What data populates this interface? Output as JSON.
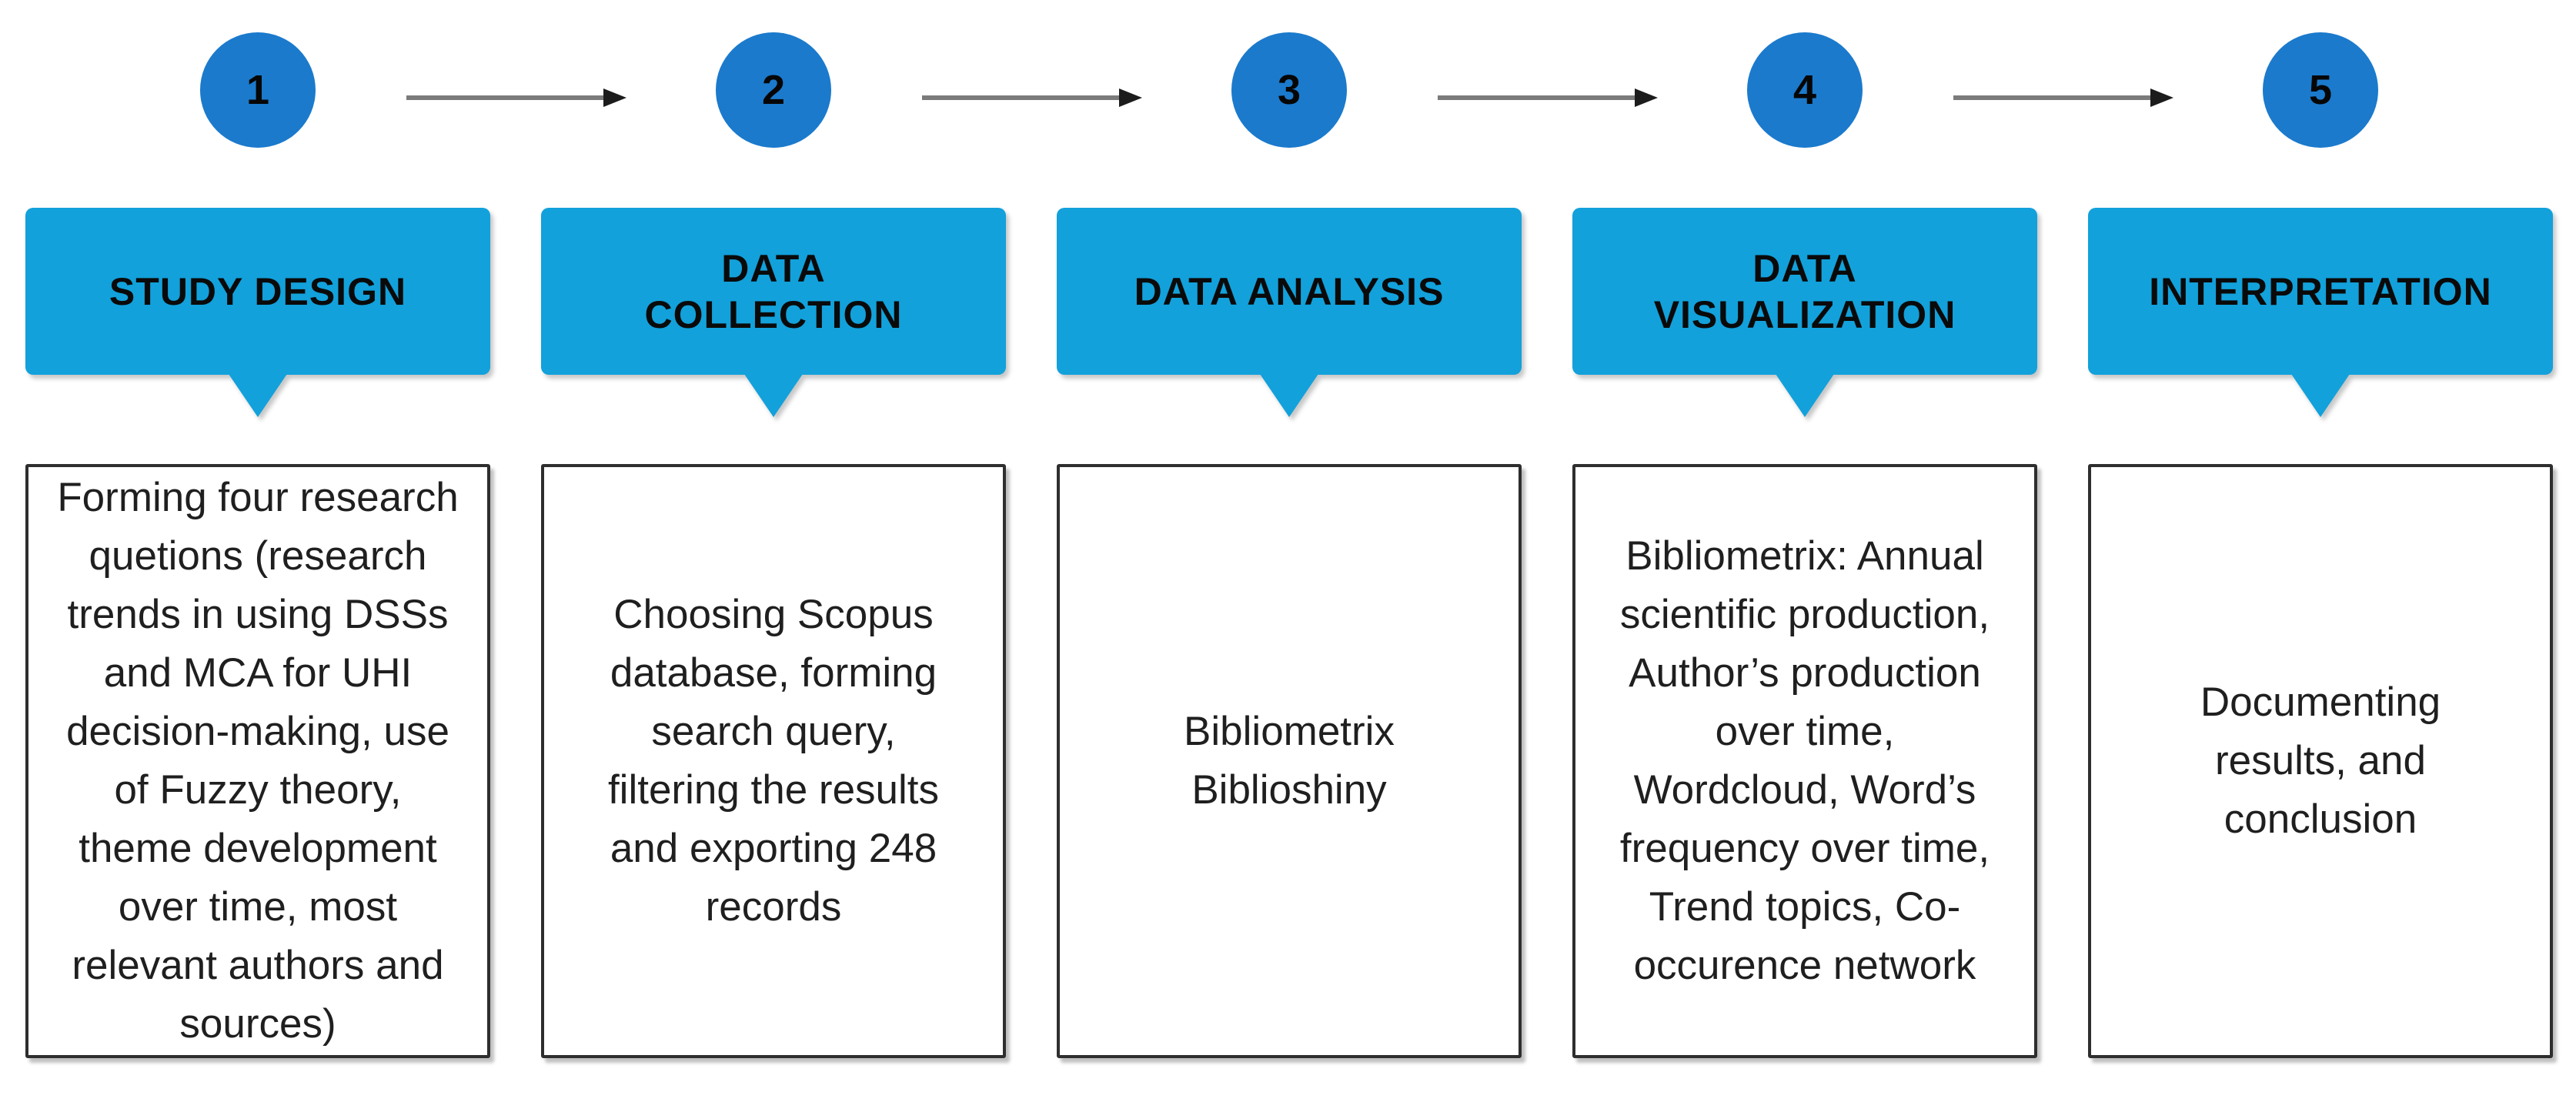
{
  "colors": {
    "header_blue": "#12a1db",
    "circle_blue": "#1b7acc",
    "box_border": "#2e2e2e",
    "arrow_line": "#7b7b7b",
    "arrow_head": "#1c1c1c"
  },
  "steps": [
    {
      "number": "1",
      "title": "STUDY DESIGN",
      "description": "Forming four research\nquetions (research\ntrends in using DSSs\nand MCA for UHI\ndecision-making, use\nof Fuzzy theory,\ntheme development\nover time,  most\nrelevant authors and\nsources)"
    },
    {
      "number": "2",
      "title": "DATA\nCOLLECTION",
      "description": "Choosing Scopus\ndatabase, forming\nsearch query,\nfiltering the results\nand exporting 248\nrecords"
    },
    {
      "number": "3",
      "title": "DATA ANALYSIS",
      "description": "Bibliometrix\nBiblioshiny"
    },
    {
      "number": "4",
      "title": "DATA\nVISUALIZATION",
      "description": "Bibliometrix: Annual\nscientific production,\nAuthor’s production\nover time,\nWordcloud, Word’s\nfrequency over time,\nTrend topics, Co-\noccurence network"
    },
    {
      "number": "5",
      "title": "INTERPRETATION",
      "description": "Documenting\nresults, and\nconclusion"
    }
  ]
}
